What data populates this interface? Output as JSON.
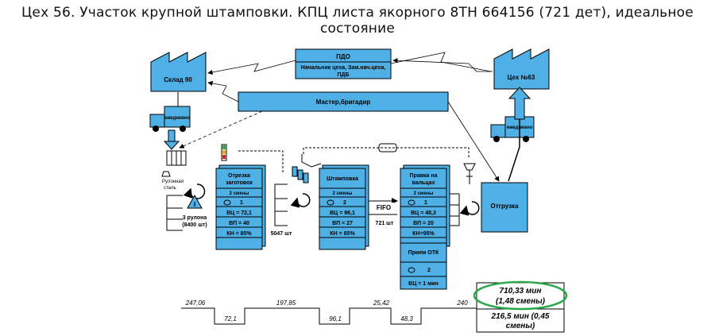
{
  "title": "Цех 56. Участок крупной штамповки. КПЦ листа якорного 8ТН 664156 (721 дет), идеальное состояние",
  "colors": {
    "box": "#4fb0e6",
    "outline": "#000000",
    "green": "#2aa84a",
    "amber": "#f2a81e",
    "red": "#d9261c"
  },
  "pdo": {
    "title": "ПДО",
    "sub1": "Начальник цеха, Зам.нач.цеха,",
    "sub2": "ПДБ"
  },
  "master": "Мастер,бригадир",
  "warehouse": "Склад 90",
  "shop": "Цех №63",
  "shipping": "Отгрузка",
  "truck_label": "ежедневно",
  "truck_label_right": "ежедневно",
  "coil_label1": "Рулонная",
  "coil_label2": "сталь",
  "inv1": {
    "l1": "3 рулона",
    "l2": "(8400 шт)"
  },
  "inv2": "5047 шт",
  "inv3": "721 шт",
  "fifo": "FIFO",
  "processes": [
    {
      "name1": "Отрезка",
      "name2": "заготовок",
      "shifts": "2 смены",
      "ops": "1",
      "ct": "ВЦ = 72,1",
      "vp": "ВП = 40",
      "kn": "КН = 85%"
    },
    {
      "name1": "Штамповка",
      "name2": "",
      "shifts": "2 смены",
      "ops": "2",
      "ct": "ВЦ = 96,1",
      "vp": "ВП = 27",
      "kn": "КН = 85%"
    },
    {
      "name1": "Правка на",
      "name2": "вальцах",
      "shifts": "2 смены",
      "ops": "1",
      "ct": "ВЦ = 48,3",
      "vp": "ВП = 20",
      "kn": "КН=95%"
    }
  ],
  "otk": {
    "name": "Прием ОТК",
    "ops": "2",
    "ct": "ВЦ = 1 мин"
  },
  "timeline": {
    "waits": [
      "247,06",
      "197,85",
      "25,42",
      "240"
    ],
    "ops": [
      "72,1",
      "96,1",
      "48,3"
    ],
    "total_lead": "710,33 мин",
    "total_lead_shifts": "(1,48 смены)",
    "total_proc": "216,5 мин (0,45",
    "total_proc_shifts": "смены)"
  }
}
